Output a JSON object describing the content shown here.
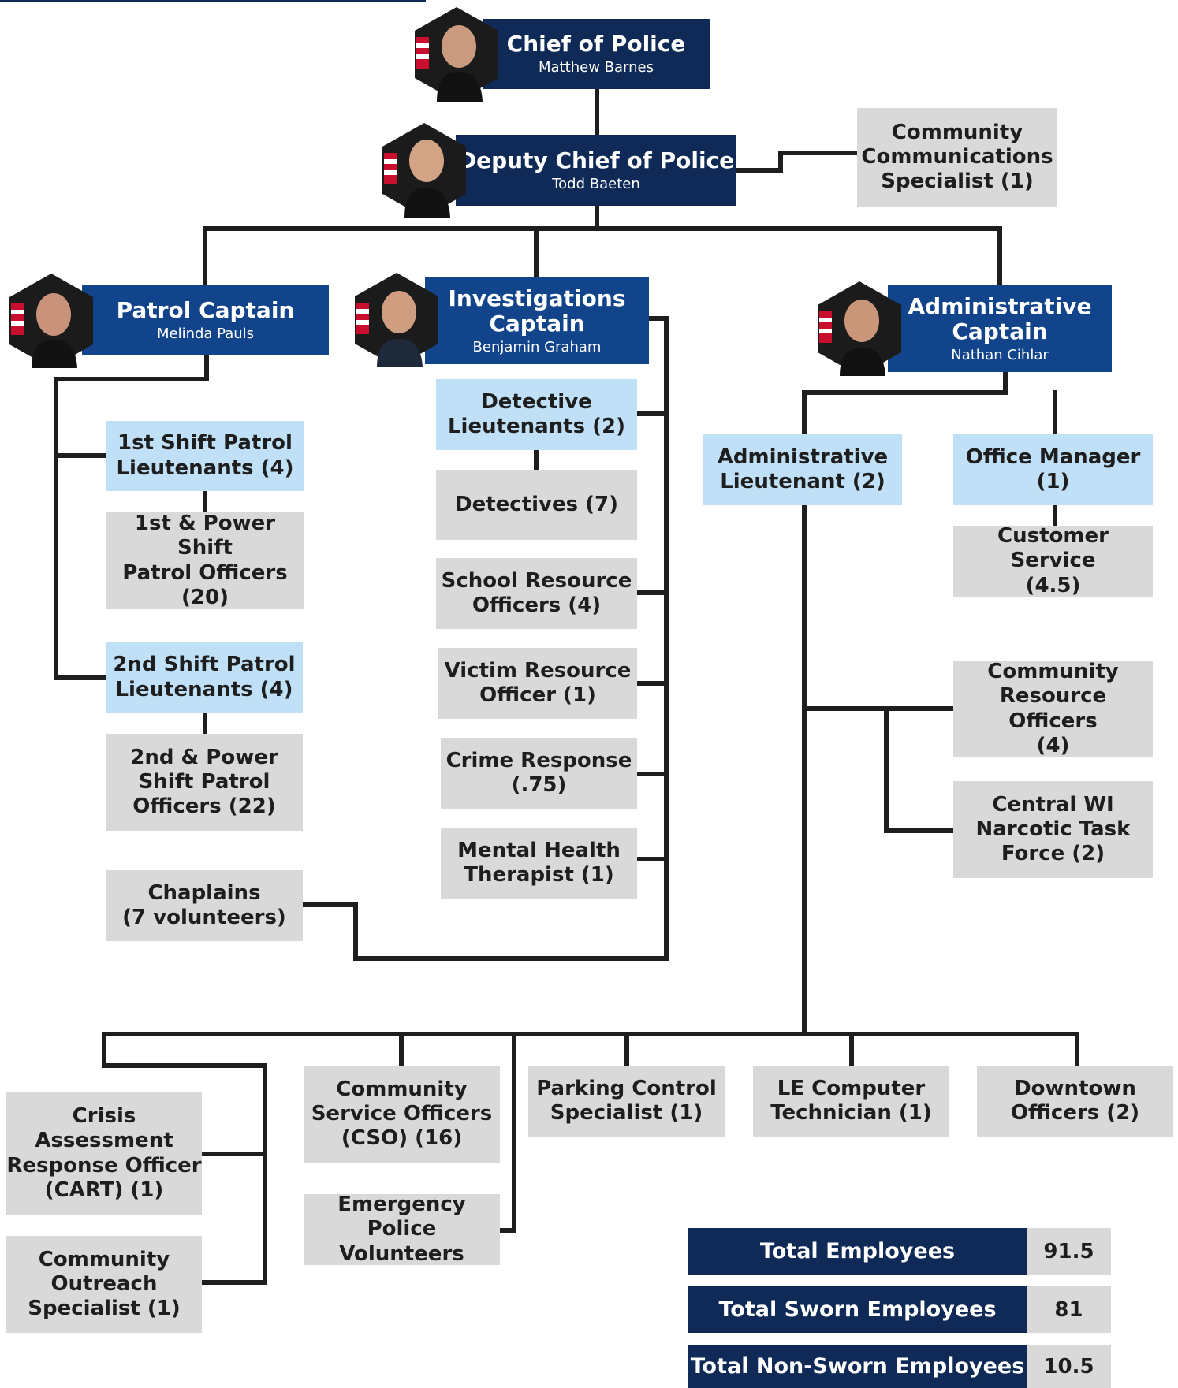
{
  "chief": {
    "title": "Chief of Police",
    "name": "Matthew Barnes"
  },
  "deputy": {
    "title": "Deputy Chief of Police",
    "name": "Todd Baeten"
  },
  "comm_specialist": {
    "line1": "Community",
    "line2": "Communications",
    "line3": "Specialist (1)"
  },
  "patrol": {
    "title": "Patrol Captain",
    "name": "Melinda Pauls"
  },
  "investigations": {
    "title1": "Investigations",
    "title2": "Captain",
    "name": "Benjamin Graham"
  },
  "administrative": {
    "title1": "Administrative",
    "title2": "Captain",
    "name": "Nathan Cihlar"
  },
  "patrol_units": {
    "lt1": {
      "line1": "1st Shift Patrol",
      "line2": "Lieutenants (4)"
    },
    "off1": {
      "line1": "1st & Power Shift",
      "line2": "Patrol Officers",
      "line3": "(20)"
    },
    "lt2": {
      "line1": "2nd Shift Patrol",
      "line2": "Lieutenants (4)"
    },
    "off2": {
      "line1": "2nd & Power",
      "line2": "Shift Patrol",
      "line3": "Officers (22)"
    },
    "chaplains": {
      "line1": "Chaplains",
      "line2": "(7 volunteers)"
    }
  },
  "inv_units": {
    "det_lt": {
      "line1": "Detective",
      "line2": "Lieutenants (2)"
    },
    "detectives": {
      "line1": "Detectives (7)"
    },
    "sro": {
      "line1": "School Resource",
      "line2": "Officers (4)"
    },
    "victim": {
      "line1": "Victim Resource",
      "line2": "Officer (1)"
    },
    "crime": {
      "line1": "Crime Response",
      "line2": "(.75)"
    },
    "mental": {
      "line1": "Mental Health",
      "line2": "Therapist (1)"
    }
  },
  "admin_units": {
    "admin_lt": {
      "line1": "Administrative",
      "line2": "Lieutenant (2)"
    },
    "office_mgr": {
      "line1": "Office Manager",
      "line2": "(1)"
    },
    "customer": {
      "line1": "Customer Service",
      "line2": "(4.5)"
    },
    "cro": {
      "line1": "Community",
      "line2": "Resource Officers",
      "line3": "(4)"
    },
    "narcotic": {
      "line1": "Central WI",
      "line2": "Narcotic Task",
      "line3": "Force (2)"
    }
  },
  "bottom_units": {
    "cart": {
      "line1": "Crisis",
      "line2": "Assessment",
      "line3": "Response Officer",
      "line4": "(CART) (1)"
    },
    "outreach": {
      "line1": "Community",
      "line2": "Outreach",
      "line3": "Specialist (1)"
    },
    "cso": {
      "line1": "Community",
      "line2": "Service Officers",
      "line3": "(CSO) (16)"
    },
    "epv": {
      "line1": "Emergency Police",
      "line2": "Volunteers"
    },
    "parking": {
      "line1": "Parking Control",
      "line2": "Specialist (1)"
    },
    "le_tech": {
      "line1": "LE Computer",
      "line2": "Technician (1)"
    },
    "downtown": {
      "line1": "Downtown",
      "line2": "Officers (2)"
    }
  },
  "totals": {
    "employees": {
      "label": "Total Employees",
      "value": "91.5"
    },
    "sworn": {
      "label": "Total Sworn Employees",
      "value": "81"
    },
    "non_sworn": {
      "label": "Total Non-Sworn Employees",
      "value": "10.5"
    }
  },
  "colors": {
    "navy": "#0f2a56",
    "blue": "#11448a",
    "light_blue": "#bfe0f6",
    "grey": "#d9d9d9",
    "line": "#1e1e1e"
  }
}
